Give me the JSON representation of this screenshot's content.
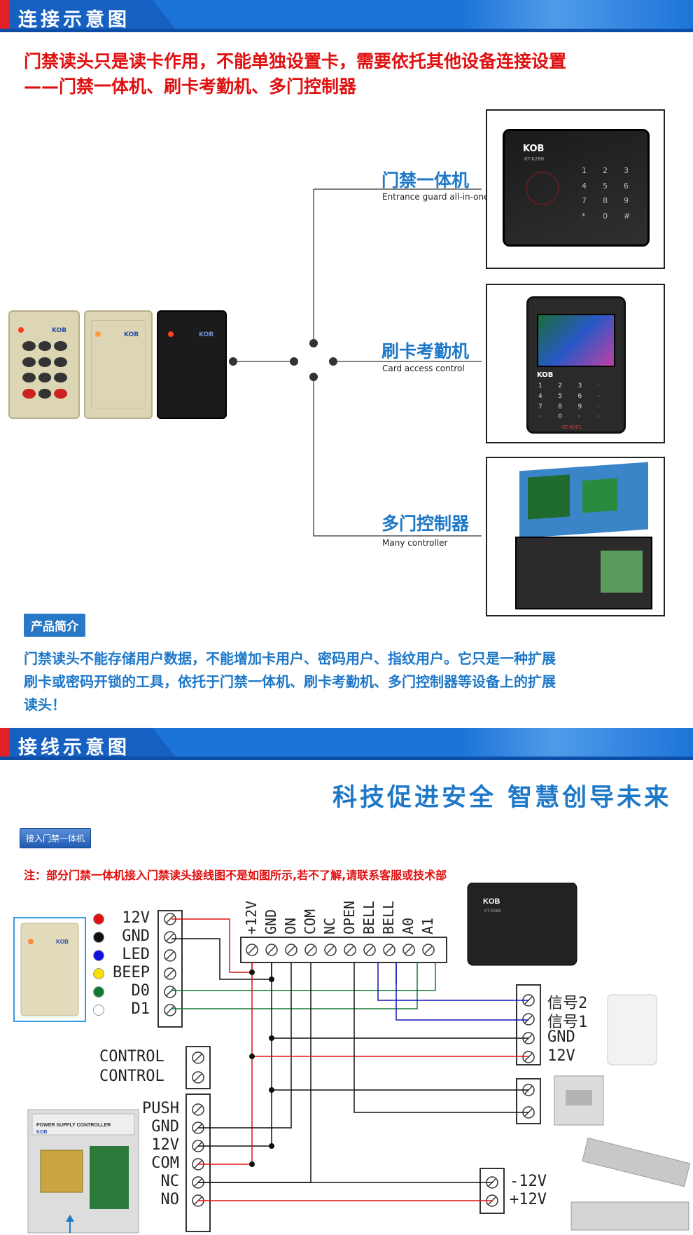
{
  "section1": {
    "title": "连接示意图"
  },
  "notice1": {
    "line1": "门禁读头只是读卡作用，不能单独设置卡，需要依托其他设备连接设置",
    "line2": "——门禁一体机、刷卡考勤机、多门控制器"
  },
  "devices": [
    {
      "cn": "门禁一体机",
      "en": "Entrance guard all-in-one",
      "brand": "KOB",
      "model": "KT-K288"
    },
    {
      "cn": "刷卡考勤机",
      "en": "Card access control",
      "brand": "KOB",
      "model": "KT-K001"
    },
    {
      "cn": "多门控制器",
      "en": "Many controller"
    }
  ],
  "intro": {
    "tag": "产品简介",
    "text1": "门禁读头不能存储用户数据，不能增加卡用户、密码用户、指纹用户。它只是一种扩展",
    "text2": "刷卡或密码开锁的工具，依托于门禁一体机、刷卡考勤机、多门控制器等设备上的扩展",
    "text3": "读头！"
  },
  "section2": {
    "title": "接线示意图"
  },
  "slogan": "科技促进安全  智慧创导未来",
  "wiring": {
    "button": "接入门禁一体机",
    "note": "注：部分门禁一体机接入门禁读头接线图不是如图所示,若不了解,请联系客服或技术部",
    "reader_terms": [
      "12V",
      "GND",
      "LED",
      "BEEP",
      "D0",
      "D1"
    ],
    "reader_colors": [
      "#e01010",
      "#111111",
      "#1010e0",
      "#f5e000",
      "#117a30",
      "#ffffff"
    ],
    "control_terms": [
      "CONTROL",
      "CONTROL"
    ],
    "power_terms": [
      "PUSH",
      "GND",
      "12V",
      "COM",
      "NC",
      "NO"
    ],
    "top_terms": [
      "+12V",
      "GND",
      "ON",
      "COM",
      "NC",
      "OPEN",
      "BELL",
      "BELL",
      "A0",
      "A1"
    ],
    "bell_terms": [
      "信号2",
      "信号1",
      "GND",
      "12V"
    ],
    "lock_terms": [
      "-12V",
      "+12V"
    ],
    "power_box_label": "POWER SUPPLY CONTROLLER",
    "power_brand": "KOB",
    "device_brand": "KOB",
    "device_model": "KT-K288",
    "reader_brand": "KOB"
  },
  "colors": {
    "banner": "#1d74d8",
    "accent_red": "#e01010",
    "accent_blue": "#1e78c8"
  }
}
